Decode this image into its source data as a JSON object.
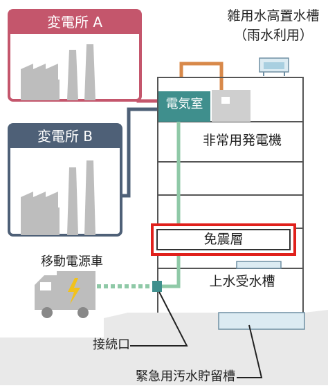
{
  "substation_a": {
    "title": "変電所 A"
  },
  "substation_b": {
    "title": "変電所 B"
  },
  "rooftop_tank": {
    "line1": "雑用水高置水槽",
    "line2": "（雨水利用）"
  },
  "electrical_room": {
    "label": "電気室"
  },
  "emergency_generator": {
    "label": "非常用発電機"
  },
  "seismic_isolation_layer": {
    "label": "免震層"
  },
  "water_receiving_tank": {
    "label": "上水受水槽"
  },
  "mobile_power_vehicle": {
    "label": "移動電源車"
  },
  "connection_port": {
    "label": "接続口"
  },
  "sewage_tank": {
    "label": "緊急用汚水貯留槽"
  },
  "colors": {
    "substation_a": "#c4566c",
    "substation_b": "#4e6077",
    "electrical_room": "#3f8f8d",
    "power_line_green": "#8fc9a7",
    "pipe_orange": "#d8894a",
    "highlight": "#e0201b",
    "building_outline": "#555555",
    "silhouette": "#bdbdbd"
  }
}
